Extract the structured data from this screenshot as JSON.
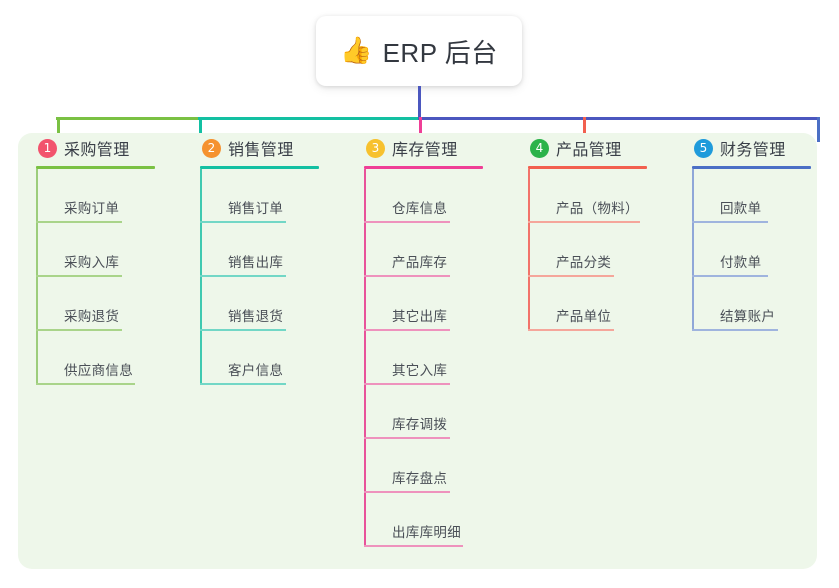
{
  "root": {
    "icon": "thumbs-up-icon",
    "icon_glyph": "👍",
    "title": "ERP 后台"
  },
  "colors": {
    "panel_bg": "#eef7ea",
    "trunk": "#4b57bf",
    "bus_left": "#7ac143",
    "bus_mid": "#13c0a2",
    "bus_right": "#4b57bf",
    "root_text": "#333840",
    "leaf_text": "#4a4f57"
  },
  "branches": [
    {
      "index": "1",
      "title": "采购管理",
      "badge_color": "#f2536d",
      "rule_color": "#7ac143",
      "leaf_rule_color": "#a9d48a",
      "spine_color": "#9ccd7b",
      "drop_color": "#7ac143",
      "rule_width": 119,
      "leaves": [
        {
          "label": "采购订单",
          "rule_width": 86
        },
        {
          "label": "采购入库",
          "rule_width": 86
        },
        {
          "label": "采购退货",
          "rule_width": 86
        },
        {
          "label": "供应商信息",
          "rule_width": 99
        }
      ]
    },
    {
      "index": "2",
      "title": "销售管理",
      "badge_color": "#f5922f",
      "rule_color": "#13c0a2",
      "leaf_rule_color": "#72d7c6",
      "spine_color": "#3fc9b0",
      "drop_color": "#13c0a2",
      "rule_width": 119,
      "leaves": [
        {
          "label": "销售订单",
          "rule_width": 86
        },
        {
          "label": "销售出库",
          "rule_width": 86
        },
        {
          "label": "销售退货",
          "rule_width": 86
        },
        {
          "label": "客户信息",
          "rule_width": 86
        }
      ]
    },
    {
      "index": "3",
      "title": "库存管理",
      "badge_color": "#f7c12e",
      "rule_color": "#ef3f96",
      "leaf_rule_color": "#ee92bd",
      "spine_color": "#e8529a",
      "drop_color": "#ef3f96",
      "rule_width": 119,
      "leaves": [
        {
          "label": "仓库信息",
          "rule_width": 86
        },
        {
          "label": "产品库存",
          "rule_width": 86
        },
        {
          "label": "其它出库",
          "rule_width": 86
        },
        {
          "label": "其它入库",
          "rule_width": 86
        },
        {
          "label": "库存调拨",
          "rule_width": 86
        },
        {
          "label": "库存盘点",
          "rule_width": 86
        },
        {
          "label": "出库库明细",
          "rule_width": 99
        }
      ]
    },
    {
      "index": "4",
      "title": "产品管理",
      "badge_color": "#2bb34a",
      "rule_color": "#f2604f",
      "leaf_rule_color": "#f5a69b",
      "spine_color": "#f2736a",
      "drop_color": "#f2604f",
      "rule_width": 119,
      "leaves": [
        {
          "label": "产品（物料）",
          "rule_width": 112
        },
        {
          "label": "产品分类",
          "rule_width": 86
        },
        {
          "label": "产品单位",
          "rule_width": 86
        }
      ]
    },
    {
      "index": "5",
      "title": "财务管理",
      "badge_color": "#1f9bdb",
      "rule_color": "#4b6fc5",
      "leaf_rule_color": "#9fb4de",
      "spine_color": "#8fa7d8",
      "drop_color": "#4b6fc5",
      "rule_width": 119,
      "leaves": [
        {
          "label": "回款单",
          "rule_width": 76
        },
        {
          "label": "付款单",
          "rule_width": 76
        },
        {
          "label": "结算账户",
          "rule_width": 86
        }
      ]
    }
  ]
}
